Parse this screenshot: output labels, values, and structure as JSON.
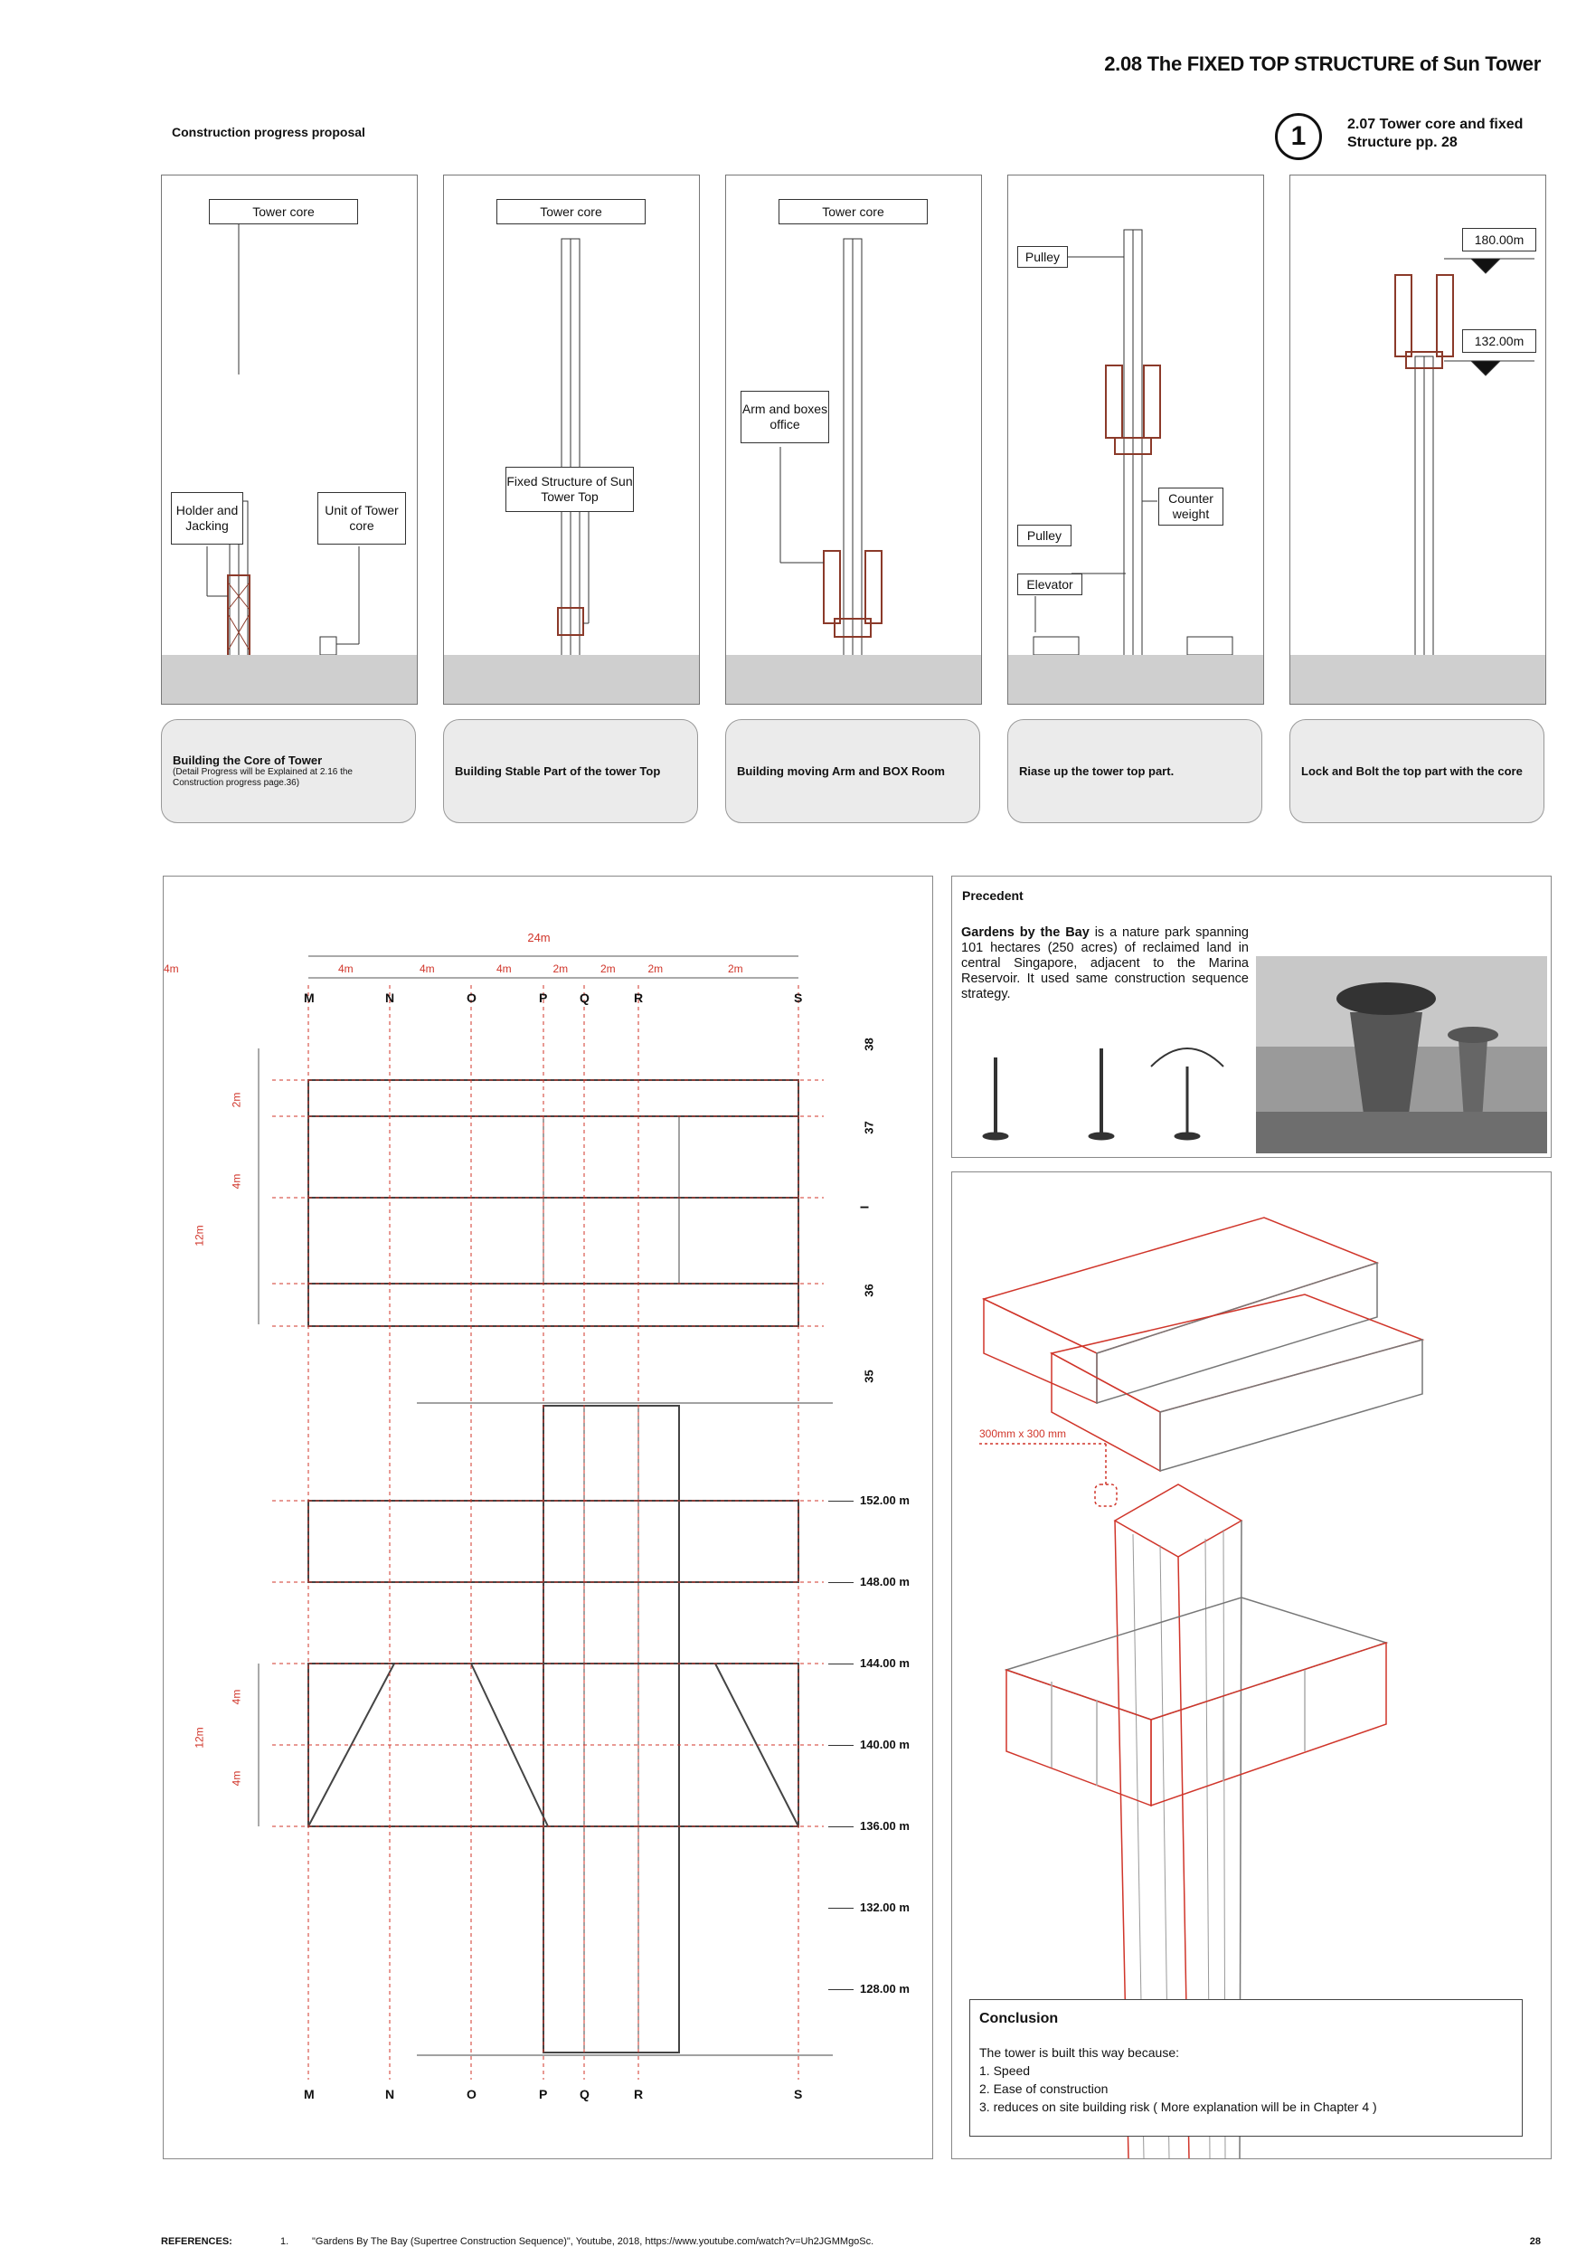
{
  "header": {
    "title": "2.08 The FIXED TOP STRUCTURE of Sun Tower",
    "subtitle": "Construction progress proposal",
    "ref_number": "1",
    "ref_text": "2.07 Tower core and fixed Structure pp. 28"
  },
  "panels": [
    {
      "labels": [
        "Tower core",
        "Holder and Jacking",
        "Unit of Tower core"
      ],
      "caption_title": "Building the Core of Tower",
      "caption_detail": "(Detail Progress will be Explained at  2.16 the Construction progress page.36)"
    },
    {
      "labels": [
        "Tower core",
        "Fixed Structure of Sun Tower Top"
      ],
      "caption_title": "Building Stable Part of the tower Top",
      "caption_detail": ""
    },
    {
      "labels": [
        "Tower core",
        "Arm and boxes office"
      ],
      "caption_title": "Building moving Arm and BOX Room",
      "caption_detail": ""
    },
    {
      "labels": [
        "Pulley",
        "Counter weight",
        "Pulley",
        "Elevator"
      ],
      "caption_title": "Riase up the tower top  part.",
      "caption_detail": ""
    },
    {
      "labels": [
        "180.00m",
        "132.00m"
      ],
      "caption_title": "Lock and Bolt the top part with the core",
      "caption_detail": ""
    }
  ],
  "plan": {
    "total_width": "24m",
    "bay_widths": [
      "4m",
      "4m",
      "4m",
      "2m",
      "2m",
      "2m",
      "2m",
      "4m"
    ],
    "grid_letters_top": [
      "M",
      "N",
      "O",
      "P",
      "Q",
      "R",
      "S"
    ],
    "grid_letters_bottom": [
      "M",
      "N",
      "O",
      "P",
      "Q",
      "R",
      "S"
    ],
    "upper_rows": [
      "38",
      "37",
      "I",
      "36",
      "35"
    ],
    "upper_dims": [
      "2m",
      "4m",
      "12m"
    ],
    "levels": [
      "152.00 m",
      "148.00 m",
      "144.00 m",
      "140.00 m",
      "136.00 m",
      "132.00 m",
      "128.00 m"
    ],
    "lower_dims": [
      "4m",
      "12m",
      "4m"
    ]
  },
  "precedent": {
    "heading": "Precedent",
    "name": "Gardens by the Bay",
    "text": " is a nature park spanning 101 hectares (250 acres) of reclaimed land in central Singapore, adjacent to the Marina Reservoir. It used  same construction sequence strategy."
  },
  "axonometric": {
    "dimension_label": "300mm x 300 mm"
  },
  "conclusion": {
    "heading": "Conclusion",
    "intro": "The tower is built this way because:",
    "points": [
      "1. Speed",
      "2. Ease of construction",
      "3. reduces on site building risk (  More explanation will be in Chapter 4 )"
    ]
  },
  "footer": {
    "label": "REFERENCES:",
    "ref_index": "1.",
    "ref_text": "\"Gardens By The Bay (Supertree Construction Sequence)\", Youtube, 2018, https://www.youtube.com/watch?v=Uh2JGMMgoSc.",
    "page_number": "28"
  }
}
